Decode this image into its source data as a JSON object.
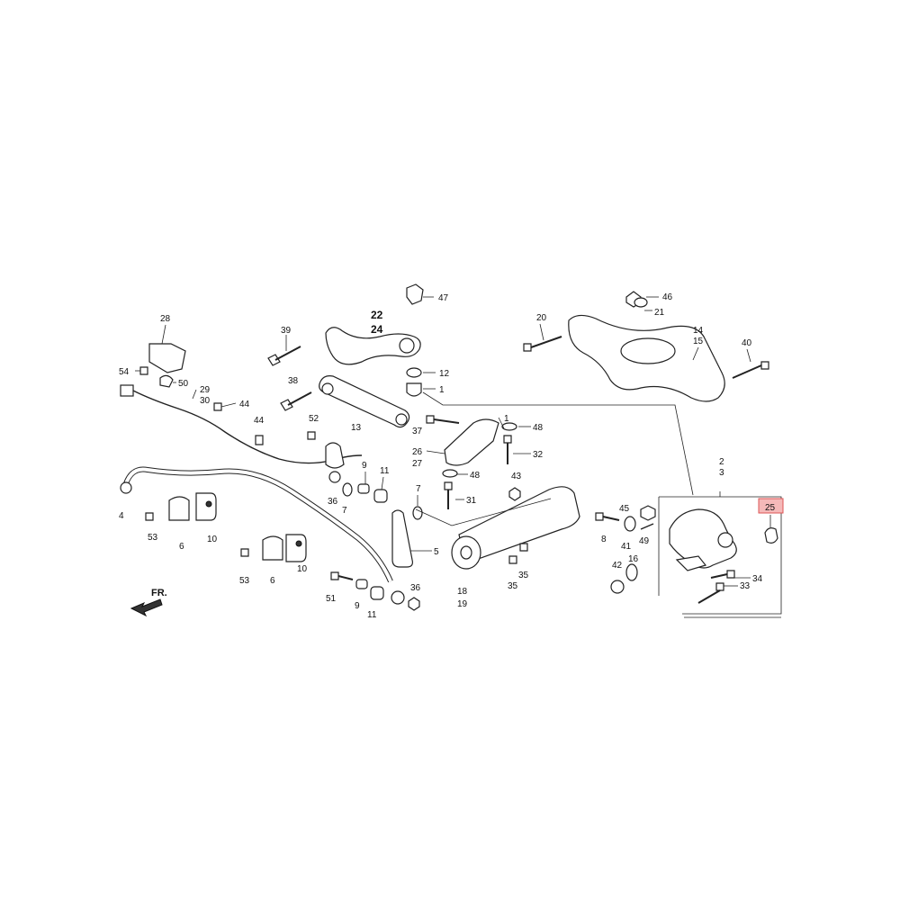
{
  "diagram": {
    "highlight_color": "#f5b9b9",
    "front_label": "FR.",
    "labels": {
      "l1a": "1",
      "l1b": "1",
      "l2": "2",
      "l3": "3",
      "l4": "4",
      "l5": "5",
      "l6a": "6",
      "l6b": "6",
      "l7a": "7",
      "l7b": "7",
      "l8": "8",
      "l9a": "9",
      "l9b": "9",
      "l10a": "10",
      "l10b": "10",
      "l11a": "11",
      "l11b": "11",
      "l12": "12",
      "l13": "13",
      "l14": "14",
      "l15": "15",
      "l16": "16",
      "l18": "18",
      "l19": "19",
      "l20": "20",
      "l21": "21",
      "l22": "22",
      "l24": "24",
      "l25": "25",
      "l26": "26",
      "l27": "27",
      "l28": "28",
      "l29": "29",
      "l30": "30",
      "l31": "31",
      "l32": "32",
      "l33": "33",
      "l34": "34",
      "l35a": "35",
      "l35b": "35",
      "l36a": "36",
      "l36b": "36",
      "l37": "37",
      "l38": "38",
      "l39": "39",
      "l40": "40",
      "l41": "41",
      "l42": "42",
      "l43": "43",
      "l44a": "44",
      "l44b": "44",
      "l45": "45",
      "l46": "46",
      "l47": "47",
      "l48a": "48",
      "l48b": "48",
      "l49": "49",
      "l50": "50",
      "l51": "51",
      "l52": "52",
      "l53a": "53",
      "l53b": "53",
      "l54": "54"
    }
  }
}
